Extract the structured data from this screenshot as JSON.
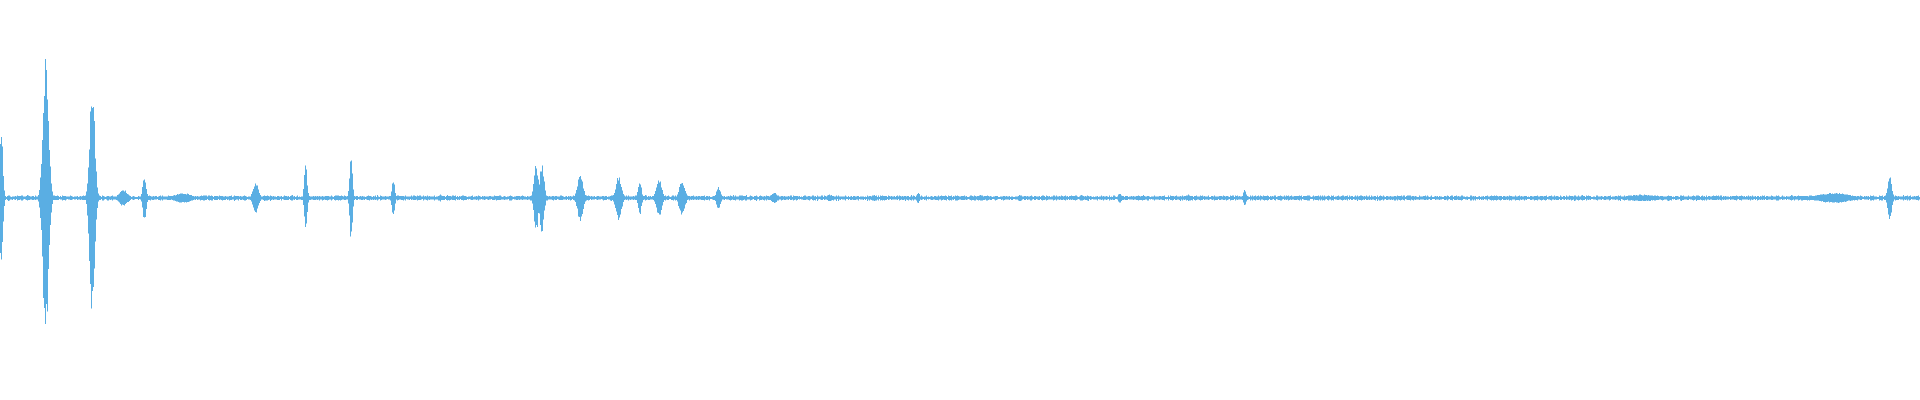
{
  "waveform": {
    "color": "#5aaee3",
    "baseline_level": 0.012,
    "bursts": [
      {
        "t": 0.0004,
        "level": 0.4,
        "width": 0.0012
      },
      {
        "t": 0.0236,
        "level": 0.84,
        "width": 0.002
      },
      {
        "t": 0.0478,
        "level": 0.7,
        "width": 0.0018
      },
      {
        "t": 0.064,
        "level": 0.05,
        "width": 0.003
      },
      {
        "t": 0.075,
        "level": 0.14,
        "width": 0.0012
      },
      {
        "t": 0.095,
        "level": 0.03,
        "width": 0.006
      },
      {
        "t": 0.133,
        "level": 0.09,
        "width": 0.002
      },
      {
        "t": 0.159,
        "level": 0.21,
        "width": 0.001
      },
      {
        "t": 0.1826,
        "level": 0.25,
        "width": 0.001
      },
      {
        "t": 0.2046,
        "level": 0.12,
        "width": 0.001
      },
      {
        "t": 0.229,
        "level": 0.02,
        "width": 0.0015
      },
      {
        "t": 0.279,
        "level": 0.21,
        "width": 0.0015
      },
      {
        "t": 0.282,
        "level": 0.21,
        "width": 0.0015
      },
      {
        "t": 0.302,
        "level": 0.14,
        "width": 0.002
      },
      {
        "t": 0.322,
        "level": 0.13,
        "width": 0.002
      },
      {
        "t": 0.333,
        "level": 0.1,
        "width": 0.0012
      },
      {
        "t": 0.343,
        "level": 0.11,
        "width": 0.002
      },
      {
        "t": 0.355,
        "level": 0.11,
        "width": 0.002
      },
      {
        "t": 0.374,
        "level": 0.07,
        "width": 0.0015
      },
      {
        "t": 0.403,
        "level": 0.03,
        "width": 0.0025
      },
      {
        "t": 0.432,
        "level": 0.02,
        "width": 0.0025
      },
      {
        "t": 0.455,
        "level": 0.02,
        "width": 0.0015
      },
      {
        "t": 0.478,
        "level": 0.03,
        "width": 0.0012
      },
      {
        "t": 0.511,
        "level": 0.02,
        "width": 0.0015
      },
      {
        "t": 0.531,
        "level": 0.02,
        "width": 0.0015
      },
      {
        "t": 0.563,
        "level": 0.02,
        "width": 0.0012
      },
      {
        "t": 0.583,
        "level": 0.03,
        "width": 0.0012
      },
      {
        "t": 0.619,
        "level": 0.02,
        "width": 0.0012
      },
      {
        "t": 0.648,
        "level": 0.05,
        "width": 0.001
      },
      {
        "t": 0.855,
        "level": 0.02,
        "width": 0.012
      },
      {
        "t": 0.955,
        "level": 0.03,
        "width": 0.012
      },
      {
        "t": 0.984,
        "level": 0.13,
        "width": 0.0015
      }
    ]
  }
}
